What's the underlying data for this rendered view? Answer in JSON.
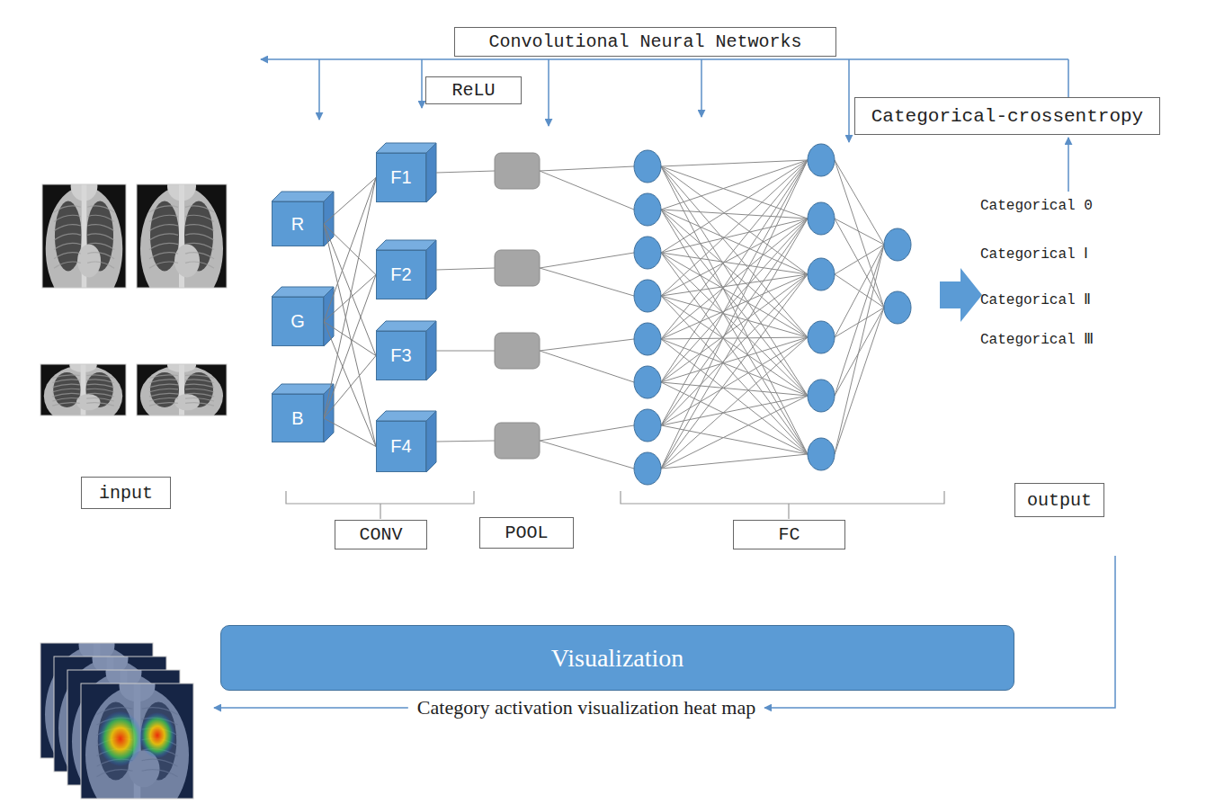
{
  "diagram": {
    "nodes": [
      {
        "text": [
          "Convolutional Neural Networks"
        ]
      },
      {
        "text": [
          "ReLU"
        ]
      },
      {
        "text": [
          "Categorical-crossentropy"
        ]
      },
      {
        "text": [
          "R"
        ]
      },
      {
        "text": [
          "G"
        ]
      },
      {
        "text": [
          "B"
        ]
      },
      {
        "text": [
          "F1"
        ]
      },
      {
        "text": [
          "F2"
        ]
      },
      {
        "text": [
          "F3"
        ]
      },
      {
        "text": [
          "F4"
        ]
      },
      {
        "text": [
          "input"
        ]
      },
      {
        "text": [
          "CONV"
        ]
      },
      {
        "text": [
          "POOL"
        ]
      },
      {
        "text": [
          "FC"
        ]
      },
      {
        "text": [
          "output"
        ]
      },
      {
        "text": [
          "Visualization"
        ]
      }
    ],
    "edges": [
      {
        "from": 3,
        "to": 6,
        "arrow": "none"
      },
      {
        "from": 3,
        "to": 7,
        "arrow": "none"
      },
      {
        "from": 3,
        "to": 8,
        "arrow": "none"
      },
      {
        "from": 3,
        "to": 9,
        "arrow": "none"
      },
      {
        "from": 4,
        "to": 6,
        "arrow": "none"
      },
      {
        "from": 4,
        "to": 7,
        "arrow": "none"
      },
      {
        "from": 4,
        "to": 8,
        "arrow": "none"
      },
      {
        "from": 4,
        "to": 9,
        "arrow": "none"
      },
      {
        "from": 5,
        "to": 6,
        "arrow": "none"
      },
      {
        "from": 5,
        "to": 7,
        "arrow": "none"
      },
      {
        "from": 5,
        "to": 8,
        "arrow": "none"
      },
      {
        "from": 5,
        "to": 9,
        "arrow": "none"
      }
    ],
    "labels": [
      "Categorical 0",
      "Categorical Ⅰ",
      "Categorical Ⅱ",
      "Categorical Ⅲ",
      "Category activation visualization heat map"
    ]
  }
}
